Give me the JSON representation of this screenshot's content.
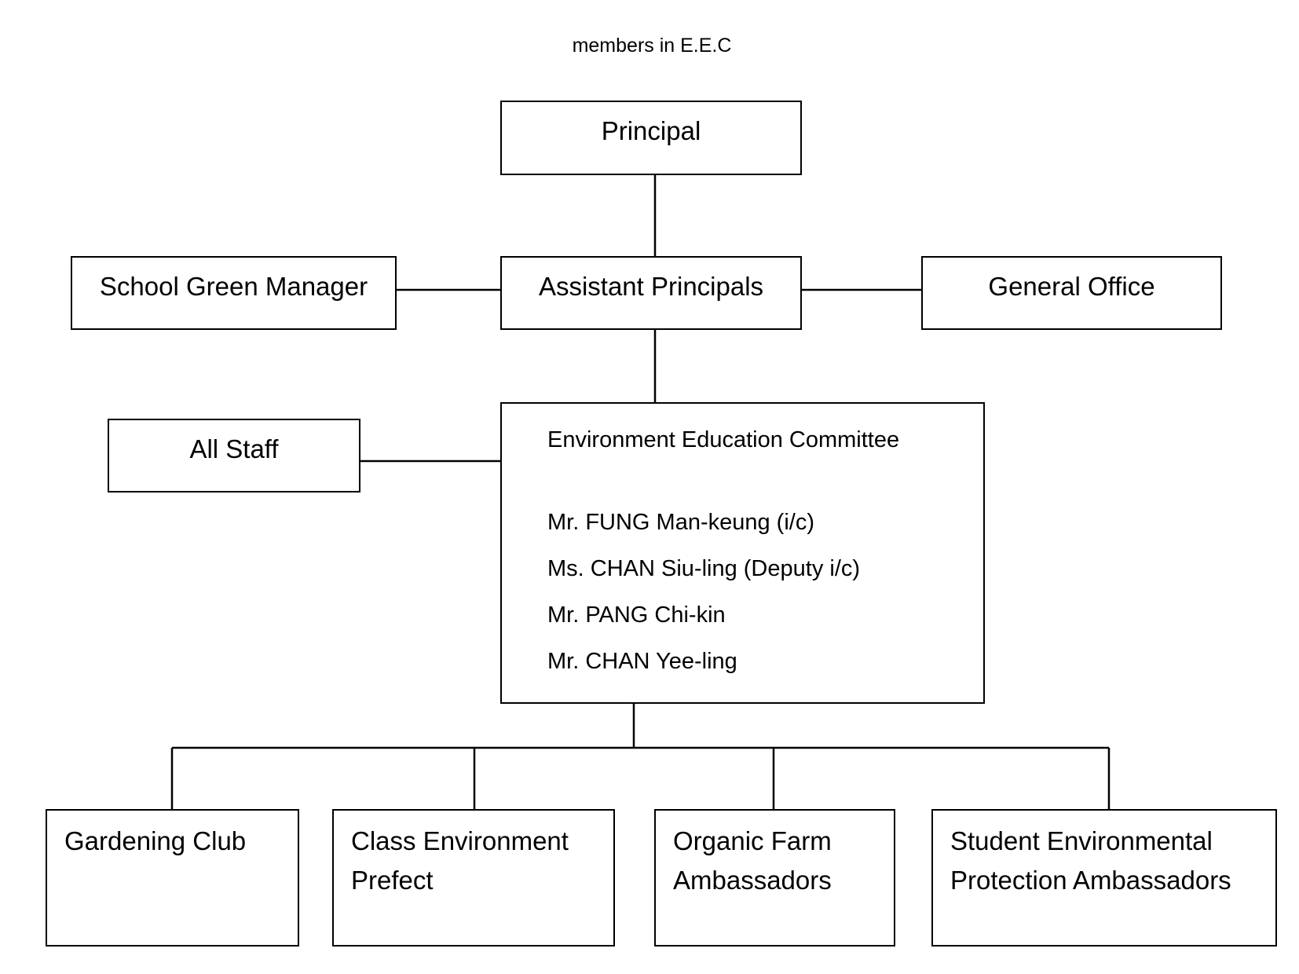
{
  "title": "members in E.E.C",
  "nodes": {
    "principal": "Principal",
    "assistant_principals": "Assistant Principals",
    "school_green_manager": "School Green Manager",
    "general_office": "General Office",
    "all_staff": "All Staff"
  },
  "committee": {
    "heading": "Environment Education Committee",
    "members": [
      "Mr. FUNG Man-keung (i/c)",
      "Ms. CHAN Siu-ling (Deputy i/c)",
      "Mr. PANG Chi-kin",
      "Mr. CHAN Yee-ling"
    ]
  },
  "groups": [
    {
      "line1": "Gardening Club",
      "line2": ""
    },
    {
      "line1": "Class Environment",
      "line2": "Prefect"
    },
    {
      "line1": "Organic Farm",
      "line2": "Ambassadors"
    },
    {
      "line1": "Student Environmental",
      "line2": "Protection Ambassadors"
    }
  ]
}
